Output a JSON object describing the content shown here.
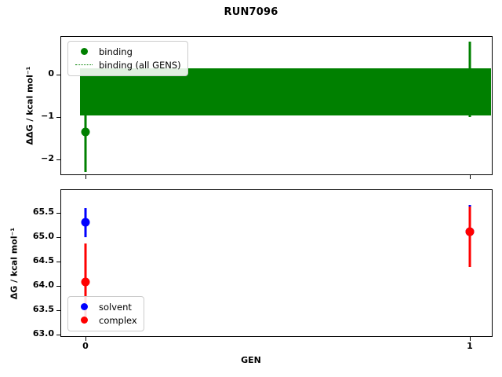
{
  "chart_data": {
    "type": "scatter",
    "title": "RUN7096",
    "xlabel": "GEN",
    "x": [
      0,
      1
    ],
    "xticklabels": [
      "0",
      "1"
    ],
    "xlim": [
      -0.12,
      1.12
    ],
    "grid": false,
    "panels": [
      {
        "name": "binding-panel",
        "ylabel": "ΔΔG / kcal mol⁻¹",
        "yticks": [
          0,
          -1,
          -2
        ],
        "yticklabels": [
          "0",
          "−1",
          "−2"
        ],
        "ylim": [
          -2.55,
          0.85
        ],
        "legend_position": "upper left",
        "series": [
          {
            "name": "binding",
            "color": "#008000",
            "marker": "o",
            "values": [
              -1.35,
              0.0
            ],
            "yerr": [
              0.95,
              0.78
            ]
          },
          {
            "name": "binding (all GENS)",
            "color": "#008000",
            "linestyle": "dotted",
            "value": -0.44,
            "band": [
              0.11,
              -1.0
            ],
            "band_color": "#008000"
          }
        ]
      },
      {
        "name": "absolute-panel",
        "ylabel": "ΔG / kcal mol⁻¹",
        "yticks": [
          65.5,
          65.0,
          64.5,
          64.0,
          63.5,
          63.0
        ],
        "yticklabels": [
          "65.5",
          "65.0",
          "64.5",
          "64.0",
          "63.5",
          "63.0"
        ],
        "ylim": [
          62.85,
          65.85
        ],
        "legend_position": "lower left",
        "series": [
          {
            "name": "solvent",
            "color": "#0000ff",
            "marker": "o",
            "values": [
              65.22,
              65.02
            ],
            "yerr": [
              0.29,
              0.54
            ]
          },
          {
            "name": "complex",
            "color": "#ff0000",
            "marker": "o",
            "values": [
              63.83,
              65.02
            ],
            "yerr": [
              0.77,
              0.61
            ]
          }
        ]
      }
    ]
  },
  "top_legend": {
    "items": [
      {
        "label": "binding",
        "style": "dot",
        "color": "#008000"
      },
      {
        "label": "binding (all GENS)",
        "style": "dotted-line",
        "color": "#008000"
      }
    ]
  },
  "bottom_legend": {
    "items": [
      {
        "label": "solvent",
        "style": "dot",
        "color": "#0000ff"
      },
      {
        "label": "complex",
        "style": "dot",
        "color": "#ff0000"
      }
    ]
  },
  "top_yticks": [
    "0",
    "−1",
    "−2"
  ],
  "bottom_yticks": [
    "65.5",
    "65.0",
    "64.5",
    "64.0",
    "63.5",
    "63.0"
  ],
  "xticks": [
    "0",
    "1"
  ],
  "axis_titles": {
    "top_y": "ΔΔG / kcal mol⁻¹",
    "bottom_y": "ΔG / kcal mol⁻¹",
    "x": "GEN"
  }
}
